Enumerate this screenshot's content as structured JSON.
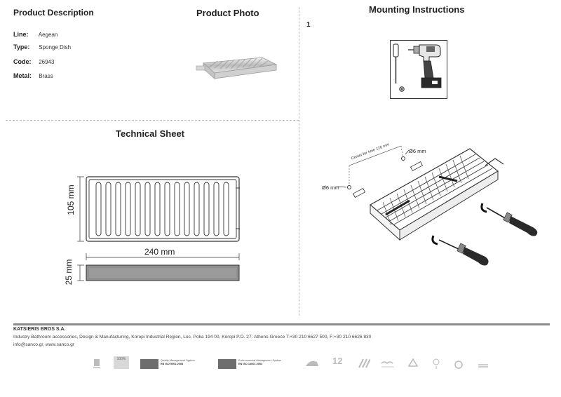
{
  "product_description": {
    "heading": "Product Description",
    "rows": [
      {
        "label": "Line:",
        "value": "Aegean"
      },
      {
        "label": "Type:",
        "value": "Sponge Dish"
      },
      {
        "label": "Code:",
        "value": "26943"
      },
      {
        "label": "Metal:",
        "value": "Brass"
      }
    ]
  },
  "product_photo": {
    "heading": "Product Photo"
  },
  "technical_sheet": {
    "heading": "Technical Sheet",
    "dim_height": "105 mm",
    "dim_width": "240 mm",
    "dim_depth": "25 mm"
  },
  "mounting": {
    "heading": "Mounting Instructions",
    "step": "1",
    "label_diameter": "Ø6 mm",
    "label_diameter2": "Ø6 mm",
    "label_center": "Center for hole 126 mm"
  },
  "footer": {
    "company": "KATSIERIS BROS S.A.",
    "address": "Industry Bathroom accessories, Design & Manufacturing, Koropi Industrial Region, Loc. Poka 194 00, Koropi P.O. 27. Athens-Greece   T:+30 210 6627 500, F:+30 210 6626 830",
    "contact": "info@sanco.gr, www.sanco.gr",
    "cert_quality": "Quality Management System",
    "cert_quality_std": "EN ISO 9001:2008",
    "cert_env": "Environmental Management System",
    "cert_env_std": "EN ISO 14001:2004",
    "badge_100": "100%",
    "badge_12": "12"
  },
  "colors": {
    "accent": "#8a8a8a",
    "text": "#222222",
    "divider": "#bbbbbb"
  }
}
